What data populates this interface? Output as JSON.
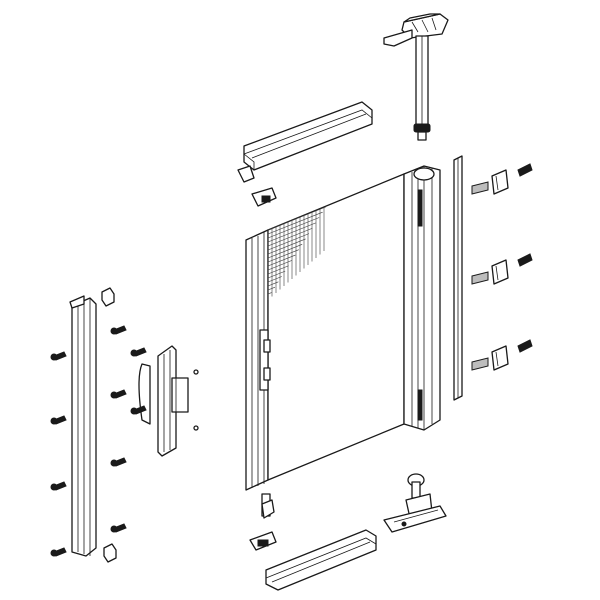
{
  "diagram": {
    "type": "exploded-view",
    "style": "black line art on white background",
    "colors": {
      "line": "#1a1a1a",
      "background": "#ffffff",
      "shade": "#bdbdbd"
    },
    "icons": [
      "left-side-rail-part",
      "cap-part",
      "screw-part",
      "handle-latch-part",
      "top-rail-part",
      "top-pivot-bracket-part",
      "mesh-screen-panel-part",
      "main-vertical-profile-part",
      "thin-strip-part",
      "clip-bracket-part",
      "bottom-bracket-part",
      "bottom-rail-part",
      "latch-small-part"
    ]
  }
}
